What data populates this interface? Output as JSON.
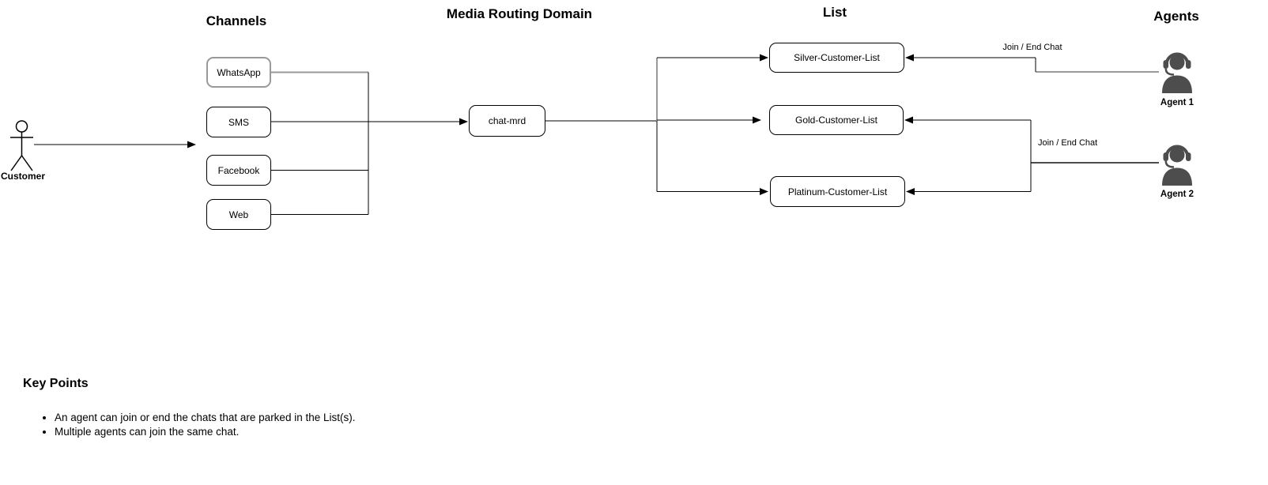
{
  "customer": {
    "label": "Customer"
  },
  "sections": {
    "channels_title": "Channels",
    "mrd_title": "Media Routing Domain",
    "list_title": "List",
    "agents_title": "Agents"
  },
  "channels": {
    "items": [
      "WhatsApp",
      "SMS",
      "Facebook",
      "Web"
    ]
  },
  "mrd_node": {
    "label": "chat-mrd"
  },
  "lists": {
    "items": [
      "Silver-Customer-List",
      "Gold-Customer-List",
      "Platinum-Customer-List"
    ]
  },
  "agents": {
    "agent1_label": "Agent 1",
    "agent2_label": "Agent 2"
  },
  "edge_labels": {
    "join_end_chat_1": "Join / End Chat",
    "join_end_chat_2": "Join / End Chat"
  },
  "key_points": {
    "title": "Key Points",
    "items": [
      "An agent can join or end the chats that are parked in the List(s).",
      "Multiple agents can join the same chat."
    ]
  },
  "colors": {
    "line": "#000000",
    "selected_outline": "#999999",
    "agent1_link": "#999999",
    "agent2_link": "#4d4d4d",
    "agent_icon": "#4d4d4d",
    "background": "#ffffff"
  }
}
